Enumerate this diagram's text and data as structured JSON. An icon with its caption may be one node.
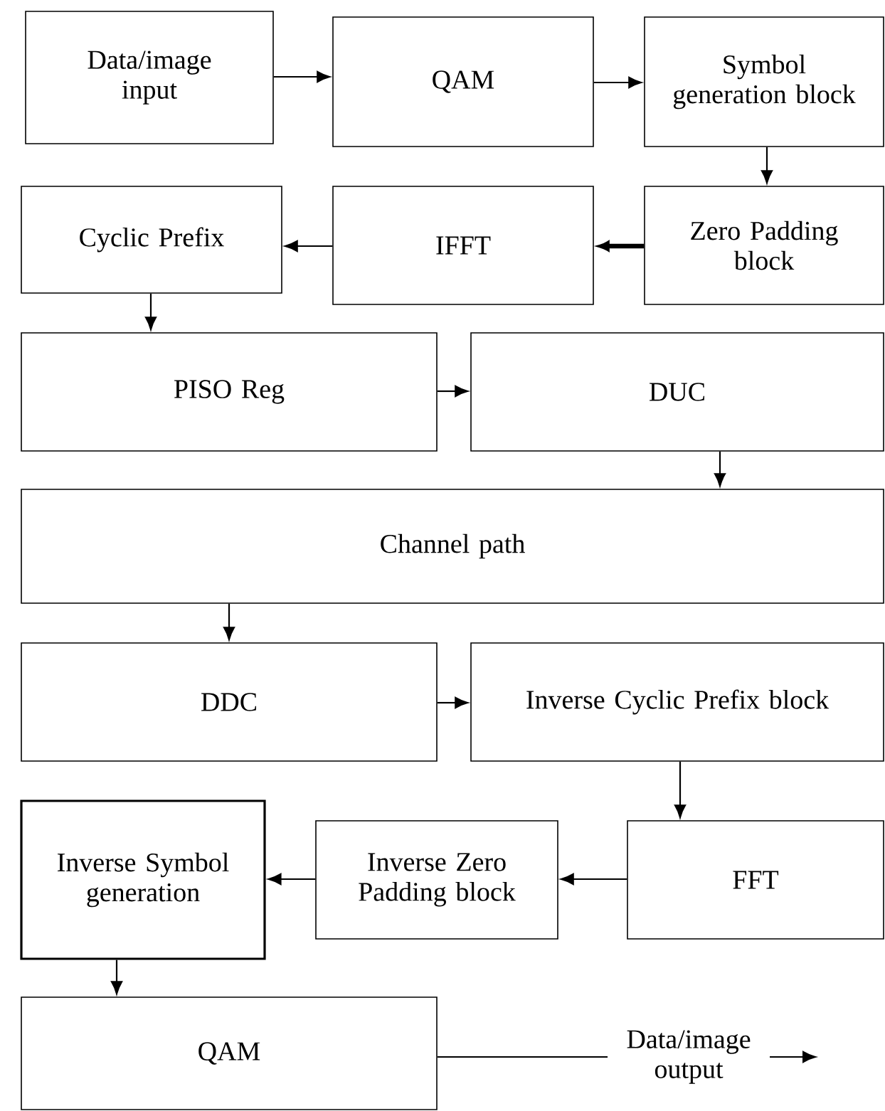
{
  "diagram": {
    "nodes": [
      {
        "text": [
          "Data/image input"
        ]
      },
      {
        "text": [
          "QAM"
        ]
      },
      {
        "text": [
          "Symbol generation block"
        ]
      },
      {
        "text": [
          "Cyclic Prefix"
        ]
      },
      {
        "text": [
          "IFFT"
        ]
      },
      {
        "text": [
          "Zero Padding block"
        ]
      },
      {
        "text": [
          "PISO Reg"
        ]
      },
      {
        "text": [
          "DUC"
        ]
      },
      {
        "text": [
          "Channel path"
        ]
      },
      {
        "text": [
          "DDC"
        ]
      },
      {
        "text": [
          "Inverse Cyclic Prefix block"
        ]
      },
      {
        "text": [
          "FFT"
        ]
      },
      {
        "text": [
          "Inverse Zero Padding block"
        ]
      },
      {
        "text": [
          "Inverse Symbol generation"
        ]
      },
      {
        "text": [
          "QAM"
        ]
      }
    ],
    "edges": [
      {
        "from": 0,
        "to": 1,
        "arrow": "to"
      },
      {
        "from": 1,
        "to": 2,
        "arrow": "to"
      },
      {
        "from": 2,
        "to": 5,
        "arrow": "to"
      },
      {
        "from": 5,
        "to": 4,
        "arrow": "to",
        "style": "thick"
      },
      {
        "from": 4,
        "to": 3,
        "arrow": "to"
      },
      {
        "from": 3,
        "to": 6,
        "arrow": "to"
      },
      {
        "from": 6,
        "to": 7,
        "arrow": "to"
      },
      {
        "from": 7,
        "to": 8,
        "arrow": "to"
      },
      {
        "from": 8,
        "to": 9,
        "arrow": "to"
      },
      {
        "from": 9,
        "to": 10,
        "arrow": "to"
      },
      {
        "from": 10,
        "to": 11,
        "arrow": "to"
      },
      {
        "from": 11,
        "to": 12,
        "arrow": "to"
      },
      {
        "from": 12,
        "to": 13,
        "arrow": "to"
      },
      {
        "from": 13,
        "to": 14,
        "arrow": "to"
      },
      {
        "from": 14,
        "to": null,
        "arrow": "to",
        "label": "Data/image output"
      }
    ]
  }
}
